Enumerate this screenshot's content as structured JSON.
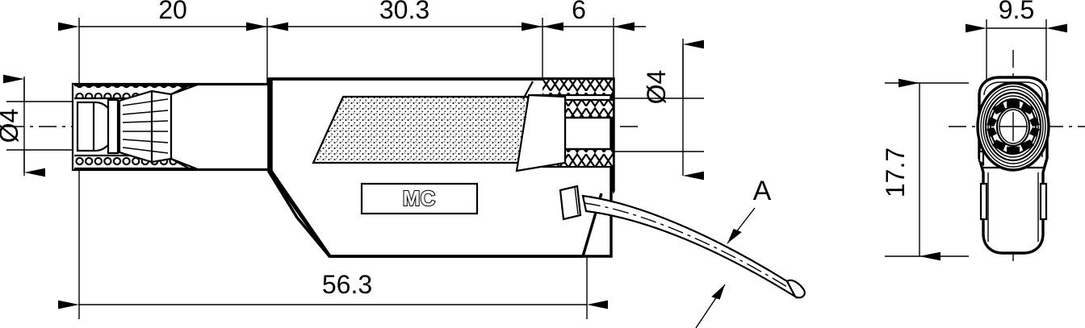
{
  "drawing": {
    "title": "Banana plug with cable - technical dimension drawing",
    "units": "mm",
    "background_color": "#ffffff",
    "line_color": "#000000"
  },
  "dimensions": {
    "top_left": {
      "label": "20",
      "name": "dimension-20"
    },
    "top_middle": {
      "label": "30.3",
      "name": "dimension-30-3"
    },
    "top_right": {
      "label": "6",
      "name": "dimension-6"
    },
    "bottom_overall": {
      "label": "56.3",
      "name": "dimension-56-3"
    },
    "diameter_left": {
      "label": "Ø4",
      "name": "dimension-diameter-4-left"
    },
    "diameter_right": {
      "label": "Ø4",
      "name": "dimension-diameter-4-right"
    },
    "end_view_width": {
      "label": "9.5",
      "name": "dimension-9-5"
    },
    "end_view_height": {
      "label": "17.7",
      "name": "dimension-17-7"
    }
  },
  "callouts": {
    "cable_label": {
      "label": "A",
      "name": "callout-a"
    }
  },
  "branding": {
    "logo_text": "MC",
    "logo_name": "mc-logo"
  },
  "views": {
    "side_view_name": "side-view",
    "end_view_name": "end-view"
  }
}
